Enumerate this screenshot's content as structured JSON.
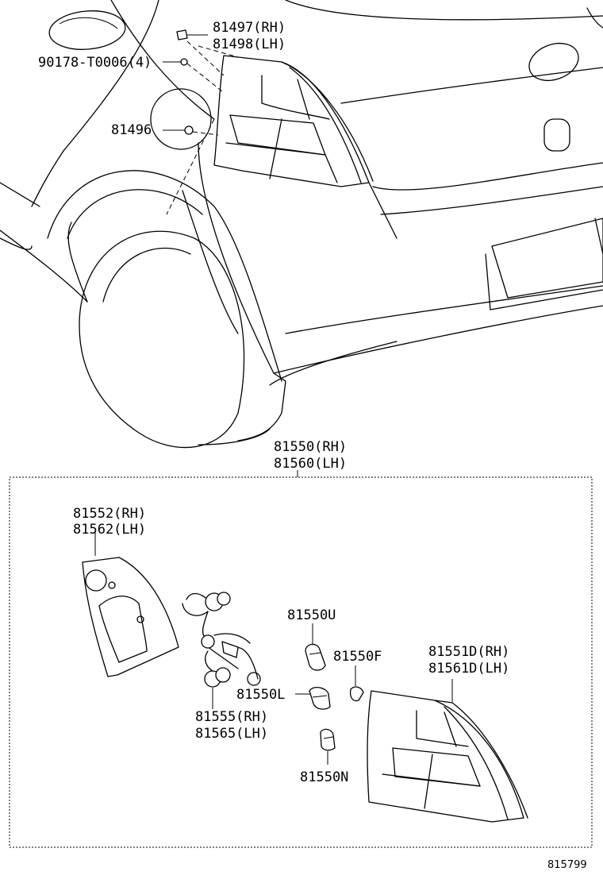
{
  "labels": {
    "p81497": "81497(RH)",
    "p81498": "81498(LH)",
    "p90178": "90178-T0006(4)",
    "p81496": "81496",
    "p81550": "81550(RH)",
    "p81560": "81560(LH)",
    "p81552": "81552(RH)",
    "p81562": "81562(LH)",
    "p81550U": "81550U",
    "p81550F": "81550F",
    "p81551D": "81551D(RH)",
    "p81561D": "81561D(LH)",
    "p81550L": "81550L",
    "p81555": "81555(RH)",
    "p81565": "81565(LH)",
    "p81550N": "81550N",
    "ref": "815799"
  }
}
